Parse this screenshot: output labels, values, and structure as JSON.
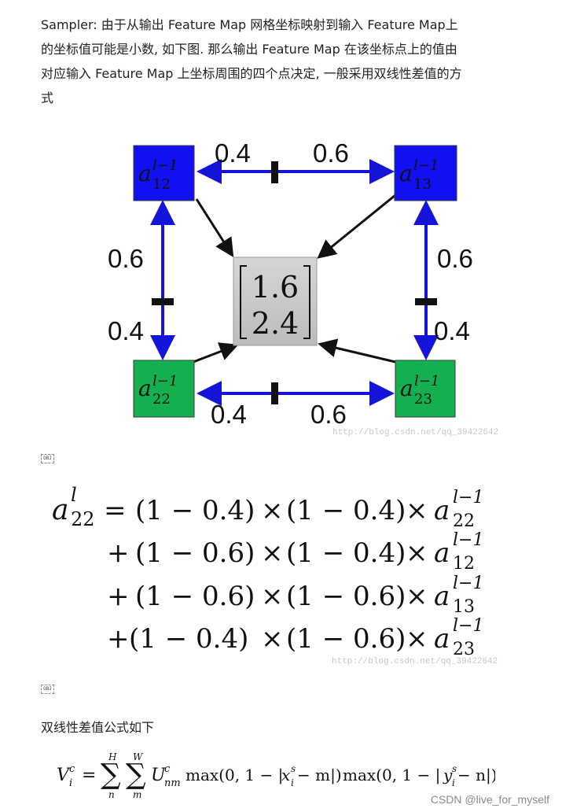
{
  "intro": {
    "lines": [
      "Sampler: 由于从输出 Feature Map 网格坐标映射到输入 Feature Map上",
      "的坐标值可能是小数, 如下图. 那么输出 Feature Map 在该坐标点上的值由",
      "对应输入 Feature Map 上坐标周围的四个点决定, 一般采用双线性差值的方",
      "式"
    ]
  },
  "diagram": {
    "nodes": {
      "a12": {
        "base": "a",
        "sup": "l−1",
        "sub": "12",
        "color": "#1010f0"
      },
      "a13": {
        "base": "a",
        "sup": "l−1",
        "sub": "13",
        "color": "#1010f0"
      },
      "a22": {
        "base": "a",
        "sup": "l−1",
        "sub": "22",
        "color": "#14b050"
      },
      "a23": {
        "base": "a",
        "sup": "l−1",
        "sub": "23",
        "color": "#14b050"
      }
    },
    "center": {
      "top": "1.6",
      "bottom": "2.4"
    },
    "labels": {
      "top_left": "0.4",
      "top_right": "0.6",
      "bottom_left": "0.4",
      "bottom_right": "0.6",
      "left_top": "0.6",
      "left_bottom": "0.4",
      "right_top": "0.6",
      "right_bottom": "0.4"
    },
    "watermark": "http://blog.csdn.net/qq_39422642",
    "arrow_color": "#1414d8"
  },
  "obj_label": "OBJ",
  "formula": {
    "lhs": {
      "base": "a",
      "sup": "l",
      "sub": "22"
    },
    "rows": [
      {
        "lead": "=",
        "t1": "(1 − 0.4)",
        "t2": "(1 − 0.4)",
        "var": {
          "base": "a",
          "sup": "l−1",
          "sub": "22"
        }
      },
      {
        "lead": "+",
        "t1": "(1 − 0.6)",
        "t2": "(1 − 0.4)",
        "var": {
          "base": "a",
          "sup": "l−1",
          "sub": "12"
        }
      },
      {
        "lead": "+",
        "t1": "(1 − 0.6)",
        "t2": "(1 − 0.6)",
        "var": {
          "base": "a",
          "sup": "l−1",
          "sub": "13"
        }
      },
      {
        "lead": "+",
        "t1": "(1 −  0.4)",
        "t2": "(1 − 0.6)",
        "var": {
          "base": "a",
          "sup": "l−1",
          "sub": "23"
        }
      }
    ],
    "times": "×",
    "watermark": "http://blog.csdn.net/qq_39422642"
  },
  "bilinear_heading": "双线性差值公式如下",
  "eq": {
    "lhs_base": "V",
    "lhs_sup": "c",
    "lhs_sub": "i",
    "eq_sign": "=",
    "sum1_top": "H",
    "sum1_bottom": "n",
    "sum2_top": "W",
    "sum2_bottom": "m",
    "sigma": "∑",
    "u_base": "U",
    "u_sup": "c",
    "u_sub": "nm",
    "max1": "max(0, 1 − |",
    "x_base": "x",
    "x_sup": "s",
    "x_sub": "i",
    "minus_m": " − m|)",
    "max2": " max(0, 1 − |",
    "y_base": "y",
    "y_sup": "s",
    "y_sub": "i",
    "minus_n": " − n|)"
  },
  "footer": "CSDN @live_for_myself"
}
